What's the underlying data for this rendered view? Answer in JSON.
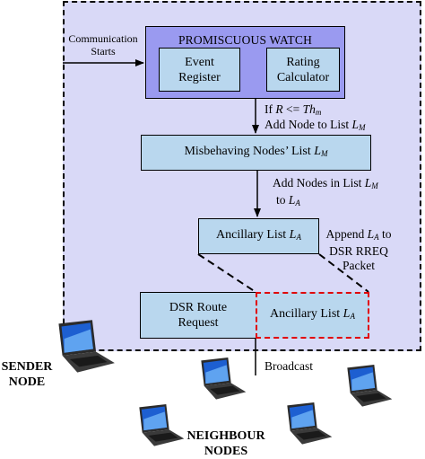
{
  "outer_region": {
    "label": ""
  },
  "communication": {
    "line1": "Communication",
    "line2": "Starts"
  },
  "promiscuous_watch": {
    "title": "PROMISCUOUS WATCH"
  },
  "event_register": {
    "line1": "Event",
    "line2": "Register"
  },
  "rating_calculator": {
    "line1": "Rating",
    "line2": "Calculator"
  },
  "condition": {
    "prefix": "If ",
    "var": "R",
    "op": " <= ",
    "th": "Th",
    "th_sub": "m"
  },
  "add_node": {
    "text": "Add Node to List ",
    "var": "L",
    "sub": "M"
  },
  "misbehaving": {
    "text": "Misbehaving Nodes’ List ",
    "var": "L",
    "sub": "M"
  },
  "add_nodes": {
    "line1": "Add Nodes in List ",
    "var1": "L",
    "sub1": "M",
    "line2": "to ",
    "var2": "L",
    "sub2": "A"
  },
  "ancillary": {
    "text": "Ancillary List ",
    "var": "L",
    "sub": "A"
  },
  "append": {
    "line1": "Append ",
    "var": "L",
    "sub": "A",
    "line1_end": " to",
    "line2": "DSR RREQ",
    "line3": "Packet"
  },
  "dsr_route": {
    "line1": "DSR Route",
    "line2": "Request"
  },
  "ancillary2": {
    "text": "Ancillary List ",
    "var": "L",
    "sub": "A"
  },
  "broadcast": {
    "text": "Broadcast"
  },
  "sender": {
    "line1": "SENDER",
    "line2": "NODE"
  },
  "neighbours": {
    "line1": "NEIGHBOUR",
    "line2": "NODES"
  },
  "colors": {
    "region": "#d9d9f7",
    "watch": "#9a9af0",
    "box": "#b9d7ee",
    "highlight": "#e00000"
  }
}
